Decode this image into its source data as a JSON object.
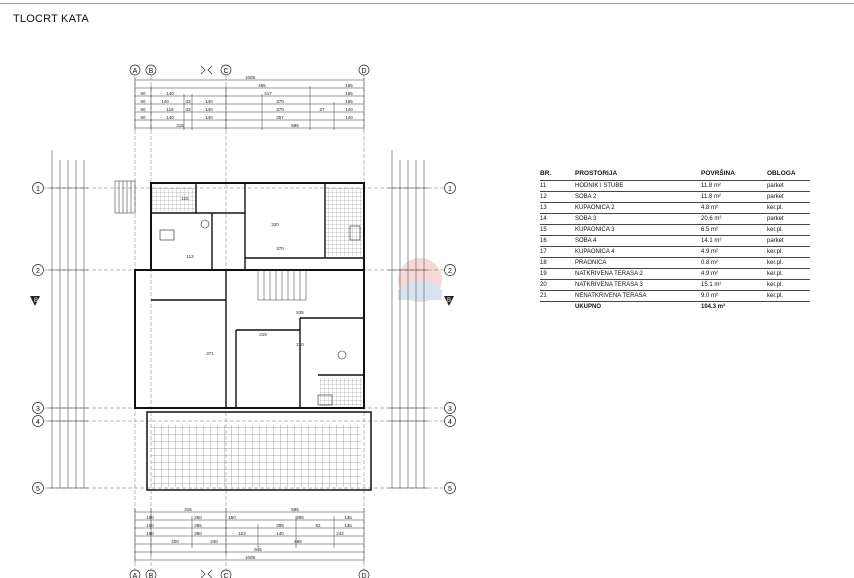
{
  "title": "TLOCRT KATA",
  "grid": {
    "columns": [
      "A",
      "B",
      "C",
      "D"
    ],
    "rows": [
      "1",
      "2",
      "3",
      "4",
      "5"
    ],
    "section_markers": [
      "B",
      "B"
    ]
  },
  "top_dimensions": {
    "row1": [
      "1005"
    ],
    "row2": [
      "465",
      "185"
    ],
    "row3": [
      "60",
      "140",
      "417",
      "185"
    ],
    "row4": [
      "60",
      "140",
      "33",
      "140",
      "370",
      "185"
    ],
    "row5": [
      "60",
      "116",
      "33",
      "140",
      "370",
      "27",
      "140"
    ],
    "row6": [
      "60",
      "140",
      "140",
      "357",
      "140"
    ],
    "row7": [
      "315",
      "585"
    ]
  },
  "bottom_dimensions": {
    "row1": [
      "315",
      "585"
    ],
    "row2": [
      "150",
      "250",
      "150",
      "395",
      "135"
    ],
    "row3": [
      "150",
      "385",
      "388",
      "52",
      "135"
    ],
    "row4": [
      "160",
      "390",
      "123",
      "140",
      "242"
    ],
    "row5": [
      "400",
      "340",
      "665"
    ],
    "row6": [
      "945"
    ],
    "row7": [
      "1005"
    ]
  },
  "room_labels": [
    "370",
    "371",
    "320",
    "115",
    "113",
    "210",
    "219",
    "535"
  ],
  "legend": {
    "headers": [
      "BR.",
      "PROSTORIJA",
      "POVRŠINA",
      "OBLOGA"
    ],
    "rows": [
      {
        "br": "11",
        "name": "HODNIK I STUBE",
        "area": "11.8 m²",
        "finish": "parket"
      },
      {
        "br": "12",
        "name": "SOBA 2",
        "area": "11.8 m²",
        "finish": "parket"
      },
      {
        "br": "13",
        "name": "KUPAONICA 2",
        "area": "4.8 m²",
        "finish": "ker.pl."
      },
      {
        "br": "14",
        "name": "SOBA 3",
        "area": "20.6 m²",
        "finish": "parket"
      },
      {
        "br": "15",
        "name": "KUPAONICA 3",
        "area": "6.5 m²",
        "finish": "ker.pl."
      },
      {
        "br": "16",
        "name": "SOBA 4",
        "area": "14.1 m²",
        "finish": "parket"
      },
      {
        "br": "17",
        "name": "KUPAONICA 4",
        "area": "4.9 m²",
        "finish": "ker.pl."
      },
      {
        "br": "18",
        "name": "PRAONICA",
        "area": "0.8 m²",
        "finish": "ker.pl."
      },
      {
        "br": "19",
        "name": "NATKRIVENA TERASA 2",
        "area": "4.9 m²",
        "finish": "ker.pl."
      },
      {
        "br": "20",
        "name": "NATKRIVENA TERASA 3",
        "area": "15.1 m²",
        "finish": "ker.pl."
      },
      {
        "br": "21",
        "name": "NENATKRIVENA TERASA",
        "area": "9.0 m²",
        "finish": "ker.pl."
      }
    ],
    "total_label": "UKUPNO",
    "total_area": "104.3 m²"
  }
}
